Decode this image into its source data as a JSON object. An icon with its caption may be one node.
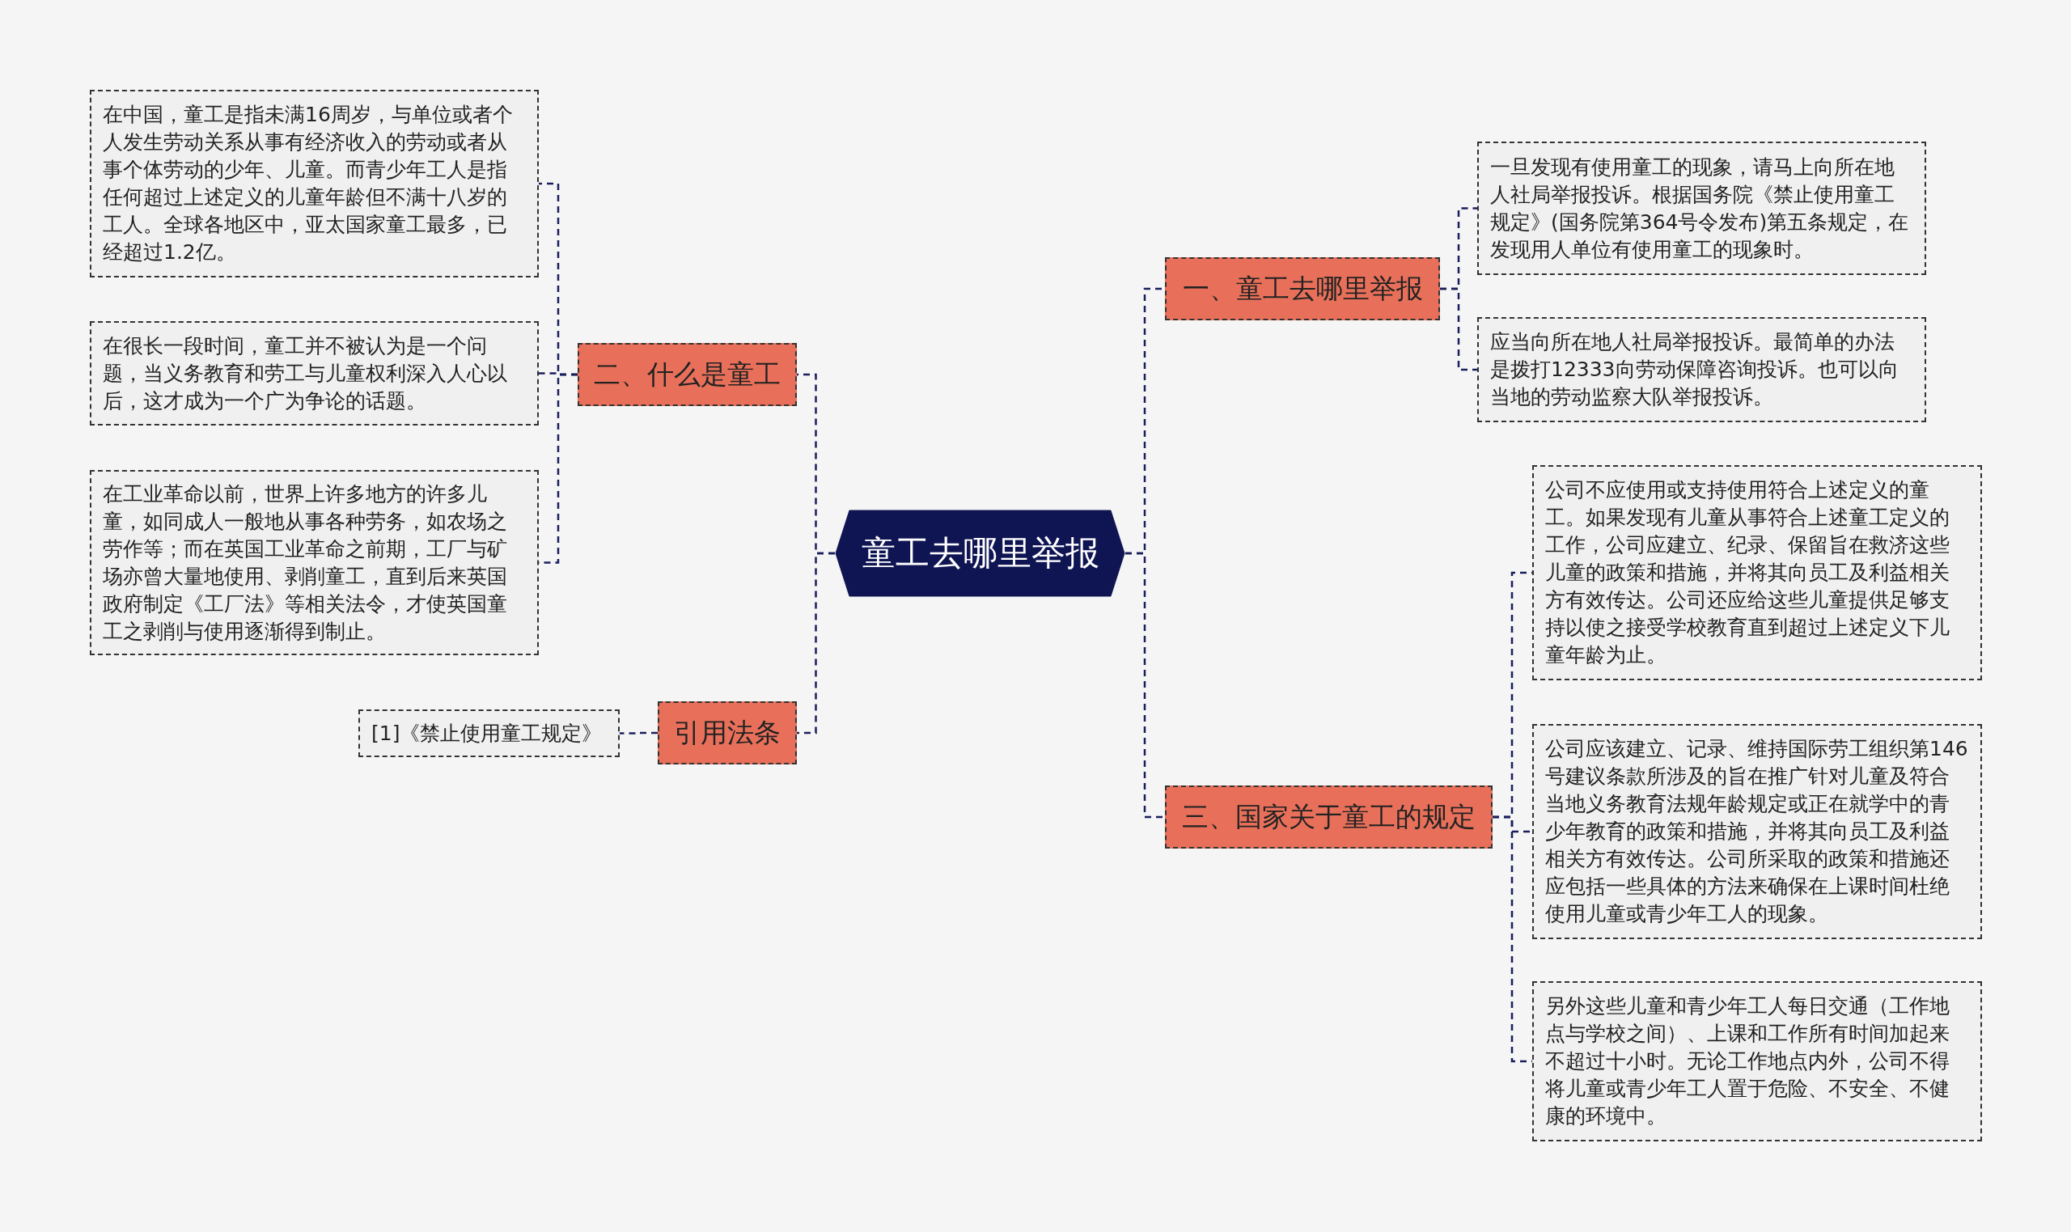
{
  "diagram": {
    "nodes": [
      {
        "text": [
          "童工去哪里举报"
        ]
      },
      {
        "text": [
          "一、童工去哪里举报"
        ]
      },
      {
        "text": [
          "二、什么是童工"
        ]
      },
      {
        "text": [
          "引用法条"
        ]
      },
      {
        "text": [
          "三、国家关于童工的规定"
        ]
      },
      {
        "text": [
          "在中国，童工是指未满16周岁，与单位或者个人发生劳动关系从事有经济收入的劳动或者从事个体劳动的少年、儿童。而青少年工人是指任何超过上述定义的儿童年龄但不满十八岁的工人。全球各地区中，亚太国家童工最多，已经超过1.2亿。"
        ]
      },
      {
        "text": [
          "在很长一段时间，童工并不被认为是一个问题，当义务教育和劳工与儿童权利深入人心以后，这才成为一个广为争论的话题。"
        ]
      },
      {
        "text": [
          "在工业革命以前，世界上许多地方的许多儿童，如同成人一般地从事各种劳务，如农场之劳作等；而在英国工业革命之前期，工厂与矿场亦曾大量地使用、剥削童工，直到后来英国政府制定《工厂法》等相关法令，才使英国童工之剥削与使用逐渐得到制止。"
        ]
      },
      {
        "text": [
          "[1]《禁止使用童工规定》"
        ]
      },
      {
        "text": [
          "一旦发现有使用童工的现象，请马上向所在地人社局举报投诉。根据国务院《禁止使用童工规定》(国务院第364号令发布)第五条规定，在发现用人单位有使用童工的现象时。"
        ]
      },
      {
        "text": [
          "应当向所在地人社局举报投诉。最简单的办法是拨打12333向劳动保障咨询投诉。也可以向当地的劳动监察大队举报投诉。"
        ]
      },
      {
        "text": [
          "公司不应使用或支持使用符合上述定义的童工。如果发现有儿童从事符合上述童工定义的工作，公司应建立、纪录、保留旨在救济这些儿童的政策和措施，并将其向员工及利益相关方有效传达。公司还应给这些儿童提供足够支持以使之接受学校教育直到超过上述定义下儿童年龄为止。"
        ]
      },
      {
        "text": [
          "公司应该建立、记录、维持国际劳工组织第146号建议条款所涉及的旨在推广针对儿童及符合当地义务教育法规年龄规定或正在就学中的青少年教育的政策和措施，并将其向员工及利益相关方有效传达。公司所采取的政策和措施还应包括一些具体的方法来确保在上课时间杜绝使用儿童或青少年工人的现象。"
        ]
      },
      {
        "text": [
          "另外这些儿童和青少年工人每日交通（工作地点与学校之间）、上课和工作所有时间加起来不超过十小时。无论工作地点内外，公司不得将儿童或青少年工人置于危险、不安全、不健康的环境中。"
        ]
      }
    ],
    "edges": [
      {
        "from": 0,
        "to": 1,
        "arrow": "none"
      },
      {
        "from": 0,
        "to": 2,
        "arrow": "none"
      },
      {
        "from": 0,
        "to": 3,
        "arrow": "none"
      },
      {
        "from": 0,
        "to": 4,
        "arrow": "none"
      },
      {
        "from": 2,
        "to": 5,
        "arrow": "none"
      },
      {
        "from": 2,
        "to": 6,
        "arrow": "none"
      },
      {
        "from": 2,
        "to": 7,
        "arrow": "none"
      },
      {
        "from": 3,
        "to": 8,
        "arrow": "none"
      },
      {
        "from": 1,
        "to": 9,
        "arrow": "none"
      },
      {
        "from": 1,
        "to": 10,
        "arrow": "none"
      },
      {
        "from": 4,
        "to": 11,
        "arrow": "none"
      },
      {
        "from": 4,
        "to": 12,
        "arrow": "none"
      },
      {
        "from": 4,
        "to": 13,
        "arrow": "none"
      }
    ]
  }
}
